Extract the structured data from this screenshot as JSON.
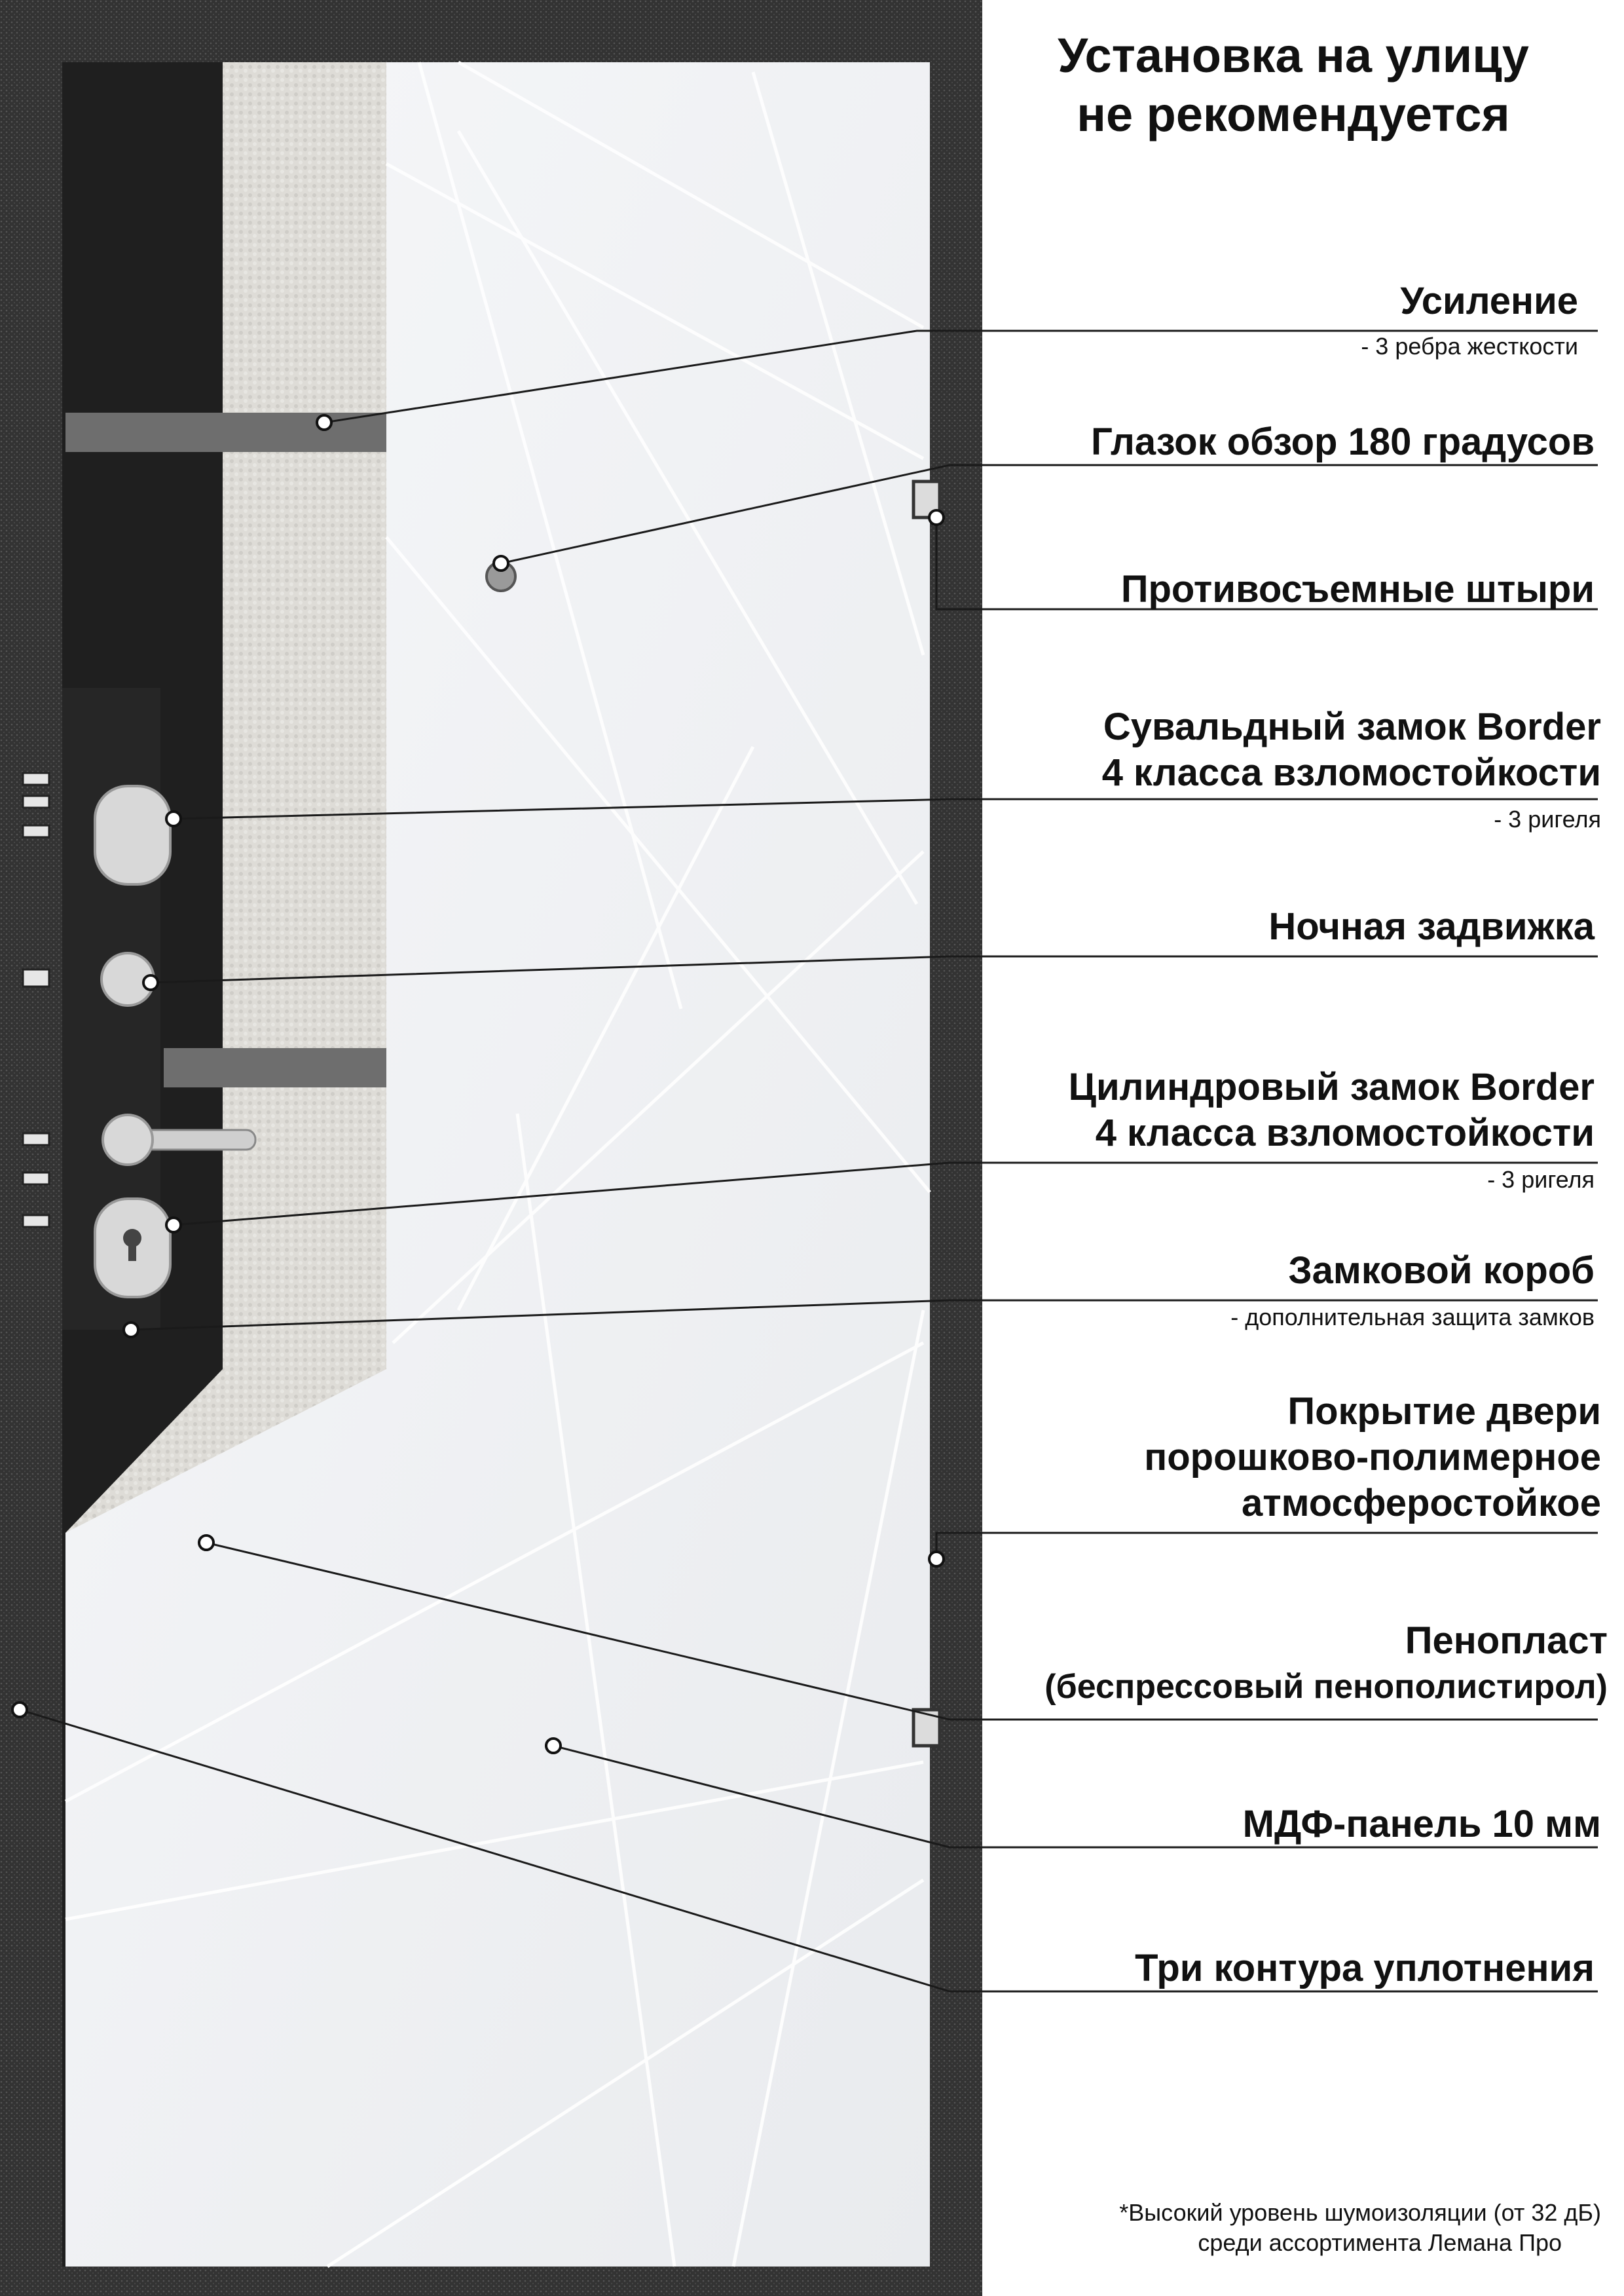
{
  "header": {
    "line1": "Установка на улицу",
    "line2": "не рекомендуется"
  },
  "features": [
    {
      "id": "reinforcement",
      "title": [
        "Усиление"
      ],
      "note": "- 3 ребра жесткости"
    },
    {
      "id": "peephole",
      "title": [
        "Глазок обзор 180 градусов"
      ],
      "note": ""
    },
    {
      "id": "anti-removal-pins",
      "title": [
        "Противосъемные штыри"
      ],
      "note": ""
    },
    {
      "id": "lever-lock",
      "title": [
        "Сувальдный замок Border",
        "4 класса взломостойкости"
      ],
      "note": "- 3 ригеля"
    },
    {
      "id": "night-latch",
      "title": [
        "Ночная задвижка"
      ],
      "note": ""
    },
    {
      "id": "cylinder-lock",
      "title": [
        "Цилиндровый замок Border",
        "4 класса взломостойкости"
      ],
      "note": "- 3 ригеля"
    },
    {
      "id": "lock-box",
      "title": [
        "Замковой короб"
      ],
      "note": "- дополнительная защита замков"
    },
    {
      "id": "coating",
      "title": [
        "Покрытие двери",
        "порошково-полимерное",
        "атмосферостойкое"
      ],
      "note": ""
    },
    {
      "id": "foam",
      "title": [
        "Пенопласт",
        "(беспрессовый пенополистирол)"
      ],
      "note": ""
    },
    {
      "id": "mdf-panel",
      "title": [
        "МДФ-панель 10 мм"
      ],
      "note": ""
    },
    {
      "id": "seal-contours",
      "title": [
        "Три контура уплотнения"
      ],
      "note": ""
    }
  ],
  "footnote": {
    "line1": "*Высокий уровень шумоизоляции (от 32 дБ)",
    "line2": "среди ассортимента Лемана Про"
  },
  "colors": {
    "frame": "#2e2e2e",
    "panel": "#f1f2f4",
    "foam": "#dcdcd8",
    "metal": "#6b6b6b",
    "callout_line": "#1a1a1a"
  }
}
